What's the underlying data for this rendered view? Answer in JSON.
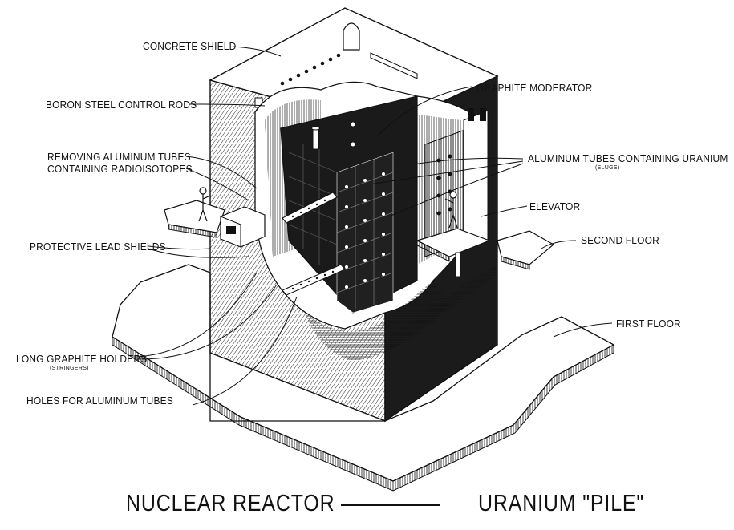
{
  "labels": {
    "concrete_shield": "CONCRETE SHIELD",
    "graphite_moderator": "GRAPHITE MODERATOR",
    "boron_steel_control_rods": "BORON STEEL CONTROL RODS",
    "removing_tubes_line1": "REMOVING ALUMINUM TUBES",
    "removing_tubes_line2": "CONTAINING RADIOISOTOPES",
    "aluminum_tubes": "ALUMINUM TUBES CONTAINING URANIUM",
    "aluminum_tubes_sub": "(SLUGS)",
    "elevator": "ELEVATOR",
    "protective_lead_shields": "PROTECTIVE LEAD SHIELDS",
    "second_floor": "SECOND FLOOR",
    "first_floor": "FIRST FLOOR",
    "long_graphite_holders": "LONG GRAPHITE HOLDERS",
    "long_graphite_holders_sub": "(STRINGERS)",
    "holes_for_aluminum_tubes": "HOLES FOR ALUMINUM TUBES"
  },
  "title": {
    "left": "NUCLEAR REACTOR",
    "right": "URANIUM \"PILE\""
  },
  "colors": {
    "ink": "#111111",
    "paper": "#ffffff",
    "graphite": "#1a1a1a"
  }
}
